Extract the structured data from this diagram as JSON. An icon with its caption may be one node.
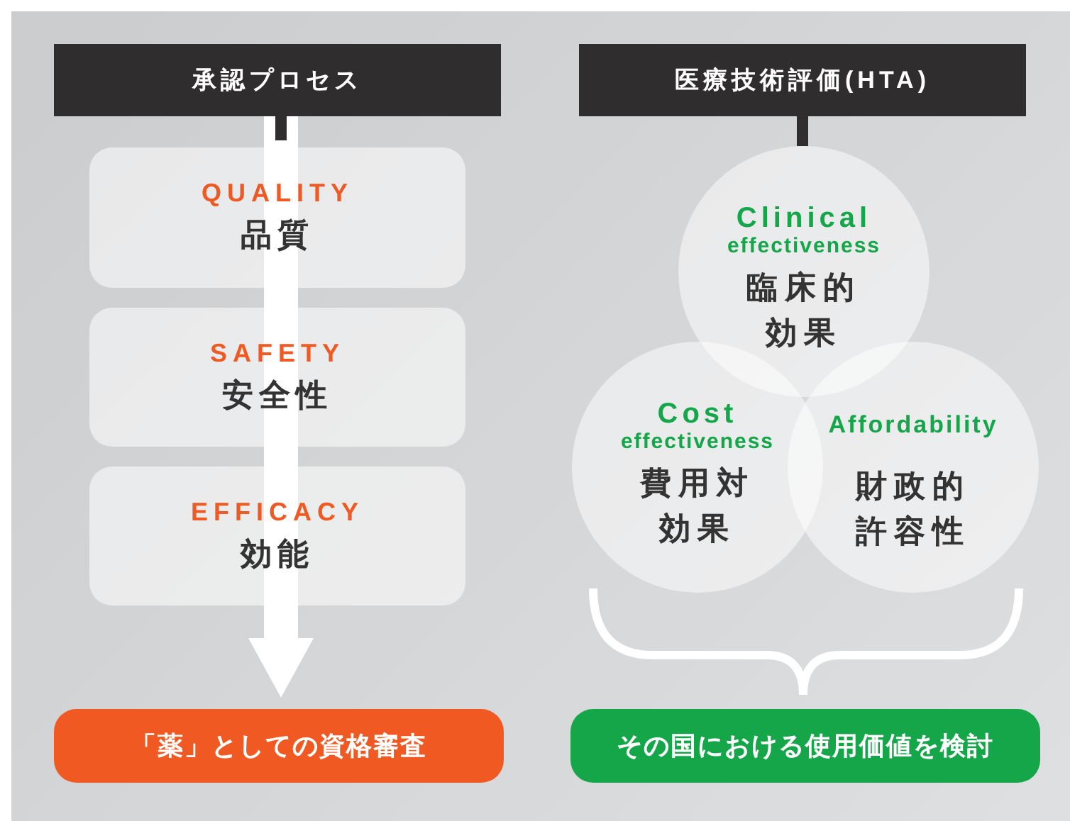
{
  "diagram": {
    "nodes": [
      {
        "text": [
          "承認プロセス"
        ]
      },
      {
        "text": [
          "QUALITY",
          "品質"
        ]
      },
      {
        "text": [
          "SAFETY",
          "安全性"
        ]
      },
      {
        "text": [
          "EFFICACY",
          "効能"
        ]
      },
      {
        "text": [
          "「薬」としての資格審査"
        ]
      },
      {
        "text": [
          "医療技術評価(HTA)"
        ]
      },
      {
        "text": [
          "Clinical effectiveness",
          "臨床的効果"
        ]
      },
      {
        "text": [
          "Cost effectiveness",
          "費用対効果"
        ]
      },
      {
        "text": [
          "Affordability",
          "財政的許容性"
        ]
      },
      {
        "text": [
          "その国における使用価値を検討"
        ]
      }
    ],
    "edges": [
      {
        "from": 0,
        "to": 4,
        "arrow": "to",
        "style": "thick",
        "color": "#ffffff"
      },
      {
        "from": 5,
        "to": 6,
        "arrow": "none",
        "color": "#2f2d2e"
      }
    ]
  }
}
